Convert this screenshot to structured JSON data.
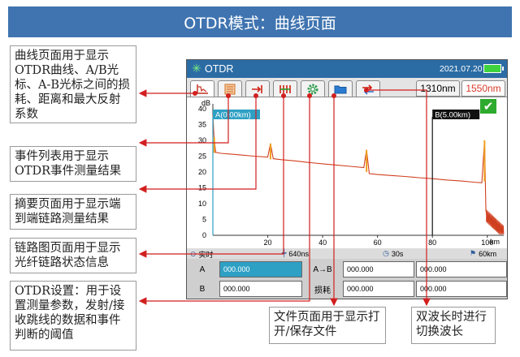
{
  "header": {
    "title": "OTDR模式：曲线页面"
  },
  "callouts": {
    "curve": "曲线页面用于显示OTDR曲线、A/B光标、A-B光标之间的损耗、距离和最大反射系数",
    "events": "事件列表用于显示OTDR事件测量结果",
    "summary": "摘要页面用于显示端到端链路测量结果",
    "linkmap": "链路图页面用于显示光纤链路状态信息",
    "settings": "OTDR设置：用于设置测量参数，发射/接收跳线的数据和事件判断的阈值",
    "file": "文件页面用于显示打开/保存文件",
    "wavelength": "双波长时进行切换波长"
  },
  "device": {
    "title": "OTDR",
    "date": "2021.07.20",
    "wavelength_1": "1310nm",
    "wavelength_2": "1550nm",
    "battery_icon": "battery-icon",
    "logo_icon": "otdr-logo-icon",
    "accent": "#2c6ca4",
    "tabs": [
      {
        "name": "curve-tab",
        "icon": "curve-icon"
      },
      {
        "name": "event-list-tab",
        "icon": "event-list-icon"
      },
      {
        "name": "summary-tab",
        "icon": "summary-icon"
      },
      {
        "name": "link-map-tab",
        "icon": "link-map-icon"
      },
      {
        "name": "settings-tab",
        "icon": "gear-icon"
      },
      {
        "name": "file-tab",
        "icon": "folder-icon"
      },
      {
        "name": "switch-wavelength-tab",
        "icon": "switch-icon"
      }
    ]
  },
  "status": {
    "mode": "实时",
    "pulse": "640ns",
    "duration": "30s",
    "range": "60km"
  },
  "table": {
    "a_label": "A",
    "b_label": "B",
    "a_value": "000.000",
    "b_value": "000.000",
    "ab_label": "A→B",
    "loss_label": "损耗",
    "ab_value_1": "000.000",
    "ab_value_2": "000.000",
    "loss_value_1": "000.000",
    "loss_value_2": "000.000"
  },
  "chart_data": {
    "type": "line",
    "ylabel": "dB",
    "xlabel": "km",
    "xlim": [
      0,
      106
    ],
    "ylim": [
      0,
      40
    ],
    "xticks": [
      20,
      40,
      60,
      80,
      100
    ],
    "yticks": [
      0,
      5,
      10,
      15,
      20,
      25,
      30,
      35,
      40
    ],
    "cursor_a": {
      "label": "A(0.00km)",
      "x": 0
    },
    "cursor_b": {
      "label": "B(5.00km)",
      "x": 80
    },
    "trace_color": "#d04020",
    "series": [
      {
        "x": [
          0,
          0.4,
          1,
          3,
          6,
          10,
          15,
          20,
          21,
          22,
          25,
          30,
          35,
          40,
          45,
          50,
          55,
          56,
          57,
          60,
          65,
          70,
          75,
          80,
          85,
          90,
          95,
          98,
          99,
          99.5,
          100,
          101,
          102,
          104,
          106
        ],
        "y": [
          38,
          31,
          26.2,
          25.9,
          25.7,
          25.4,
          25.0,
          24.7,
          29,
          24.2,
          23.9,
          23.5,
          23.0,
          22.6,
          22.2,
          21.8,
          21.4,
          27,
          19.5,
          19.2,
          18.9,
          18.6,
          18.2,
          17.9,
          17.5,
          17.2,
          16.8,
          16.6,
          30,
          8,
          5,
          4,
          2.5,
          1.5,
          1
        ]
      }
    ]
  }
}
